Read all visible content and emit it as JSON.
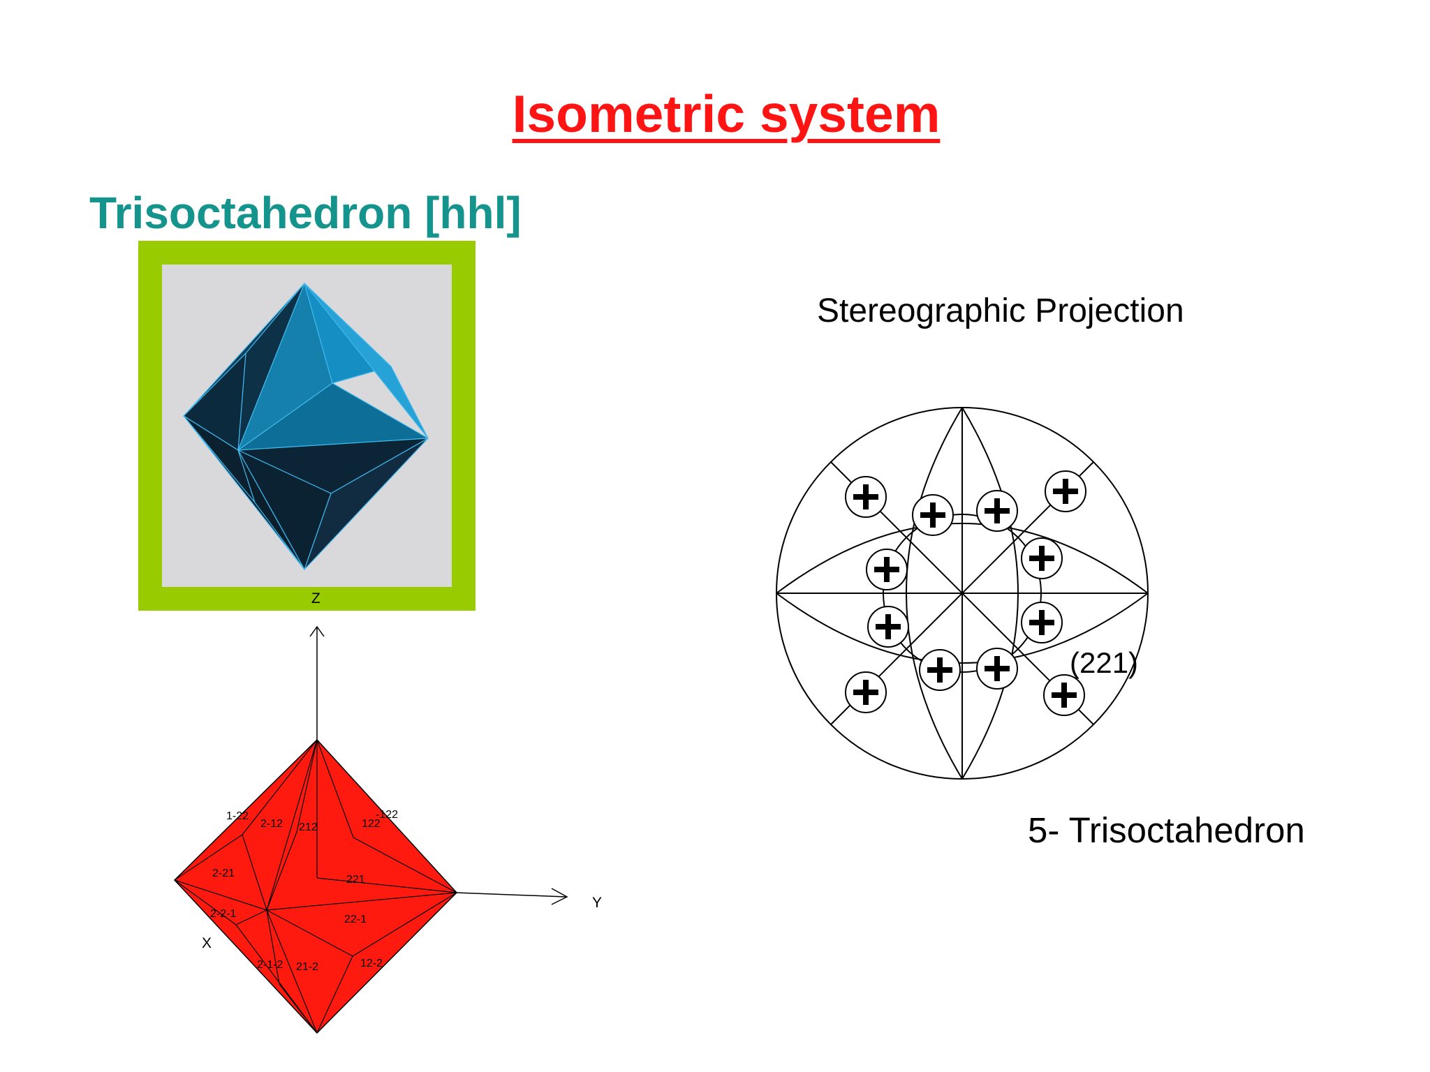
{
  "slide": {
    "title": "Isometric system",
    "subtitle": "Trisoctahedron [hhl]",
    "stereo_title": "Stereographic Projection",
    "caption": "5- Trisoctahedron"
  },
  "colors": {
    "title": "#ff1414",
    "subtitle": "#14948c",
    "frame_green": "#99cc00",
    "panel_gray": "#d9d9db",
    "crystal_blue": "#1a8fc2",
    "crystal_red": "#ff1a10"
  },
  "axes": {
    "x": "X",
    "y": "Y",
    "z": "Z"
  },
  "faces": [
    "1-22",
    "2-12",
    "212",
    "122",
    "-122",
    "2-21",
    "221",
    "2-2-1",
    "22-1",
    "2-1-2",
    "21-2",
    "12-2"
  ],
  "stereo": {
    "pole_label": "(221)"
  }
}
